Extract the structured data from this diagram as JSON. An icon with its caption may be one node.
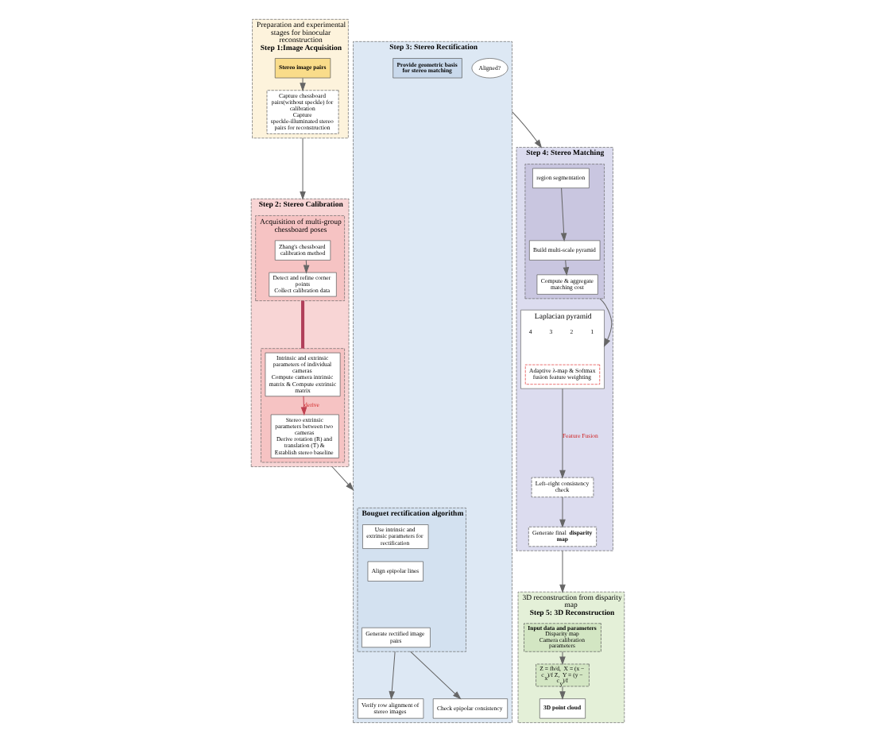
{
  "diagram": {
    "nodes": [
      {
        "text": [
          "Preparation and experimental stages for binocular reconstruction",
          "Step 1:Image Acquisition"
        ]
      },
      {
        "text": [
          "Stereo image pairs"
        ],
        "in": 0
      },
      {
        "text": [
          "Capture chessboard pairs(without speckle) for calibration",
          "Capture speckle-illuminated stereo pairs for reconstruction"
        ],
        "in": 0
      },
      {
        "text": [
          "Step 2: Stereo Calibration"
        ]
      },
      {
        "text": [
          "Acquisition of multi-group chessboard poses"
        ],
        "in": 3
      },
      {
        "text": [
          "Zhang's chessboard calibration method"
        ],
        "in": 4
      },
      {
        "text": [
          "Detect and refine corner points",
          "Collect calibration data"
        ],
        "in": 4
      },
      {
        "text": [],
        "shape": "box",
        "in": 3
      },
      {
        "text": [
          "Intrinsic and extrinsic parameters of individual cameras",
          "Compute camera intrinsic matrix & Compute extrinsic matrix"
        ],
        "in": 7
      },
      {
        "text": [
          "Stereo extrinsic parameters between two cameras",
          "Derive rotation (R) and translation (T) & Establish stereo baseline"
        ],
        "in": 7
      },
      {
        "text": [
          "Step 3: Stereo Rectification"
        ]
      },
      {
        "text": [
          "Bouguet rectification algorithm"
        ],
        "in": 10
      },
      {
        "text": [
          "Use intrinsic and extrinsic parameters for rectification"
        ],
        "in": 11
      },
      {
        "text": [
          "Align epipolar lines"
        ],
        "in": 11
      },
      {
        "text": [
          "Generate rectified image pairs"
        ],
        "in": 11
      },
      {
        "text": [
          "Aligned?"
        ],
        "in": 10
      },
      {
        "text": [
          "Verify row alignment of stereo images"
        ],
        "in": 10
      },
      {
        "text": [
          "Check epipolar consistency"
        ],
        "in": 10
      },
      {
        "text": [
          "Provide geometric basis for stereo matching"
        ],
        "in": 10
      },
      {
        "text": [
          "Step 4: Stereo Matching"
        ]
      },
      {
        "text": [],
        "shape": "box",
        "in": 19
      },
      {
        "text": [
          "region segmentation"
        ],
        "in": 20
      },
      {
        "text": [
          "Build multi-scale pyramid"
        ],
        "in": 20
      },
      {
        "text": [
          "Compute & aggregate matching cost"
        ],
        "in": 20
      },
      {
        "text": [
          "Laplacian pyramid"
        ],
        "in": 19
      },
      {
        "text": [
          "Adaptive λ-map & Softmax fusion feature weighting"
        ],
        "in": 24
      },
      {
        "text": [
          "Left–right consistency check"
        ],
        "in": 19
      },
      {
        "text": [
          "Generate final **disparity map**"
        ],
        "in": 19
      },
      {
        "text": [
          "3D reconstruction from disparity map",
          "Step 5: 3D Reconstruction"
        ]
      },
      {
        "text": [
          "Input data and parameters",
          "Disparity map",
          "Camera calibration parameters"
        ],
        "in": 28
      },
      {
        "text": [
          "Z = fb/d,  X = (x − c$_{x}$)/f Z,  Y = (y − c$_{y}$)/f"
        ],
        "in": 28
      },
      {
        "text": [
          "3D point cloud"
        ],
        "in": 28
      }
    ],
    "edges": [
      {
        "from": 1,
        "to": 2,
        "arrow": "to"
      },
      {
        "from": 5,
        "to": 6,
        "arrow": "to"
      },
      {
        "from": 4,
        "to": 7,
        "arrow": "none",
        "style": "thick",
        "color": "#b0405a"
      },
      {
        "from": 8,
        "to": 9,
        "arrow": "to",
        "label": "derive",
        "color": "#c04050"
      },
      {
        "from": 11,
        "to": 16,
        "arrow": "to"
      },
      {
        "from": 11,
        "to": 17,
        "arrow": "to"
      },
      {
        "from": 21,
        "to": 22,
        "arrow": "to"
      },
      {
        "from": 22,
        "to": 23,
        "arrow": "to"
      },
      {
        "from": 20,
        "to": 24,
        "arrow": "to"
      },
      {
        "from": 24,
        "to": 26,
        "arrow": "to",
        "label": "Feature Fusion"
      },
      {
        "from": 26,
        "to": 27,
        "arrow": "to"
      },
      {
        "from": 29,
        "to": 30,
        "arrow": "to"
      },
      {
        "from": 30,
        "to": 31,
        "arrow": "to"
      },
      {
        "from": 0,
        "to": 3,
        "arrow": "to"
      },
      {
        "from": 3,
        "to": 10,
        "arrow": "to"
      },
      {
        "from": 10,
        "to": 19,
        "arrow": "to"
      },
      {
        "from": 19,
        "to": 28,
        "arrow": "to"
      }
    ],
    "labels": [
      "1",
      "2",
      "3",
      "4"
    ]
  }
}
